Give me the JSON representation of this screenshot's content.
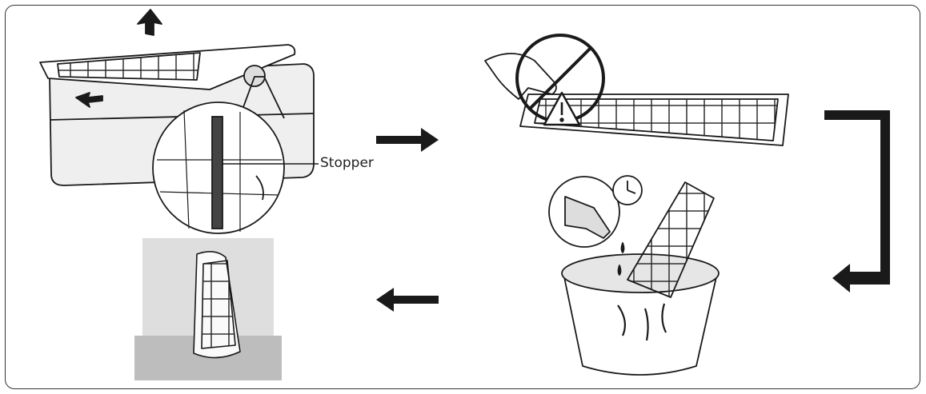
{
  "callout": {
    "stopper_label": "Stopper"
  },
  "steps": [
    {
      "name": "remove-filter",
      "icon": "air-conditioner-open-icon"
    },
    {
      "name": "do-not-touch-warning",
      "icon": "warning-triangle-icon"
    },
    {
      "name": "soak-in-detergent",
      "icon": "bucket-timer-icon"
    },
    {
      "name": "dry-in-shade",
      "icon": "drying-filter-icon"
    }
  ],
  "colors": {
    "line": "#1a1a1a",
    "shade": "#d9d9d9",
    "water": "#e6e6e6"
  }
}
